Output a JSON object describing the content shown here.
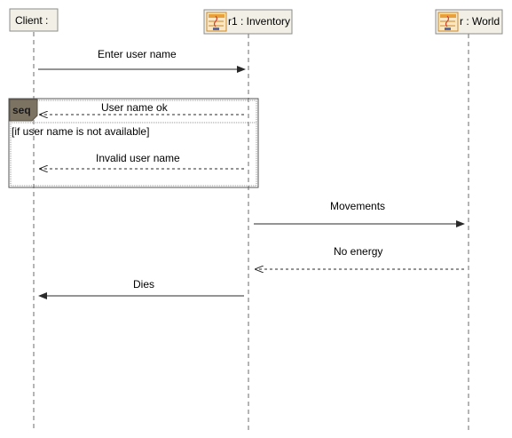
{
  "lifelines": [
    {
      "label": "Client :",
      "has_icon": false
    },
    {
      "label": "r1 : Inventory",
      "has_icon": true,
      "icon": "java-class-icon"
    },
    {
      "label": "r : World",
      "has_icon": true,
      "icon": "java-class-icon"
    }
  ],
  "fragment": {
    "operator": "seq",
    "guard": "[if user name is not available]"
  },
  "messages": [
    {
      "label": "Enter user name",
      "from": "Client :",
      "to": "r1 : Inventory",
      "style": "solid-filled"
    },
    {
      "label": "User name ok",
      "from": "r1 : Inventory",
      "to": "Client :",
      "style": "dashed-open"
    },
    {
      "label": "Invalid user name",
      "from": "r1 : Inventory",
      "to": "Client :",
      "style": "dashed-open"
    },
    {
      "label": "Movements",
      "from": "r1 : Inventory",
      "to": "r : World",
      "style": "solid-filled"
    },
    {
      "label": "No energy",
      "from": "r : World",
      "to": "r1 : Inventory",
      "style": "dashed-open"
    },
    {
      "label": "Dies",
      "from": "r1 : Inventory",
      "to": "Client :",
      "style": "solid-filled"
    }
  ],
  "colors": {
    "lifeline_head_fill": "#f1efe6",
    "fragment_tag_fill": "#7d7363",
    "icon_accent": "#e8a13a"
  }
}
